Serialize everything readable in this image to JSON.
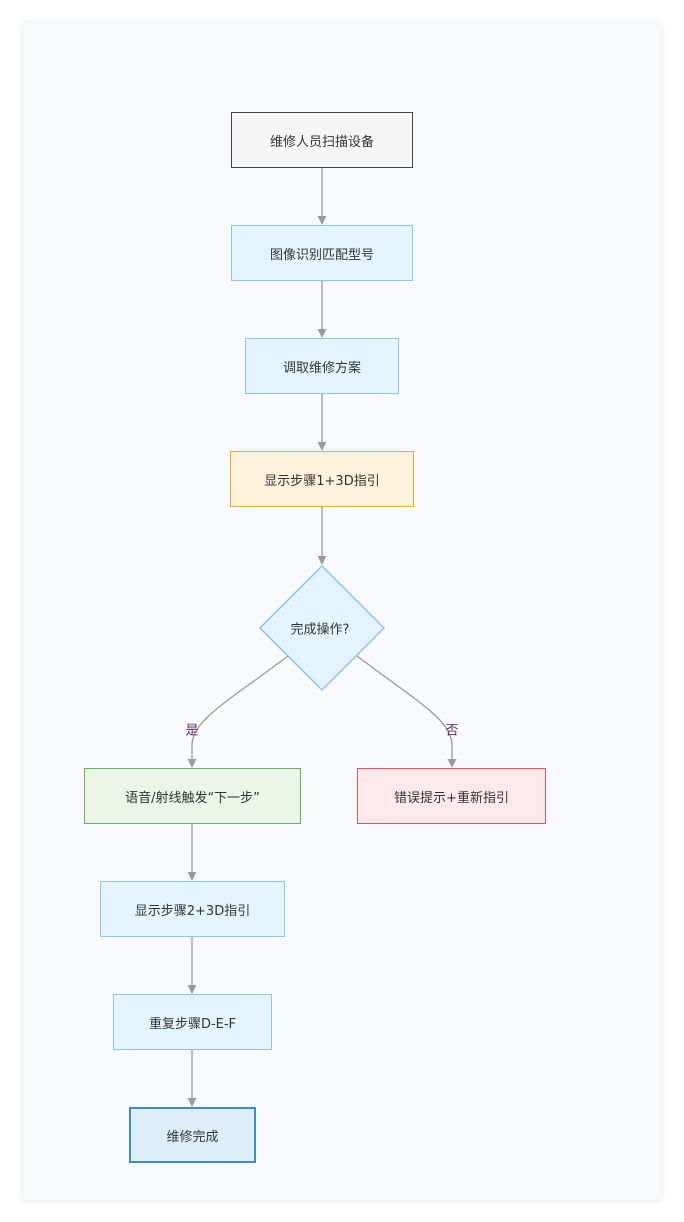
{
  "nodes": {
    "start": "维修人员扫描设备",
    "image_recognition": "图像识别匹配型号",
    "fetch_plan": "调取维修方案",
    "show_step1": "显示步骤1+3D指引",
    "decision": "完成操作?",
    "voice_trigger": "语音/射线触发“下一步”",
    "error_hint": "错误提示+重新指引",
    "show_step2": "显示步骤2+3D指引",
    "repeat_steps": "重复步骤D-E-F",
    "finish": "维修完成"
  },
  "edge_labels": {
    "yes": "是",
    "no": "否"
  },
  "colors": {
    "edge": "#9a9a9a",
    "start_border": "#444444",
    "process_fill": "#e3f4fd",
    "process_border": "#90c3ec",
    "highlight_fill": "#fff2dc",
    "highlight_border": "#f0a33a",
    "yes_fill": "#eaf5e7",
    "yes_border": "#6fb065",
    "no_fill": "#fde9ec",
    "no_border": "#d9575d",
    "end_border": "#3e8cc2"
  }
}
